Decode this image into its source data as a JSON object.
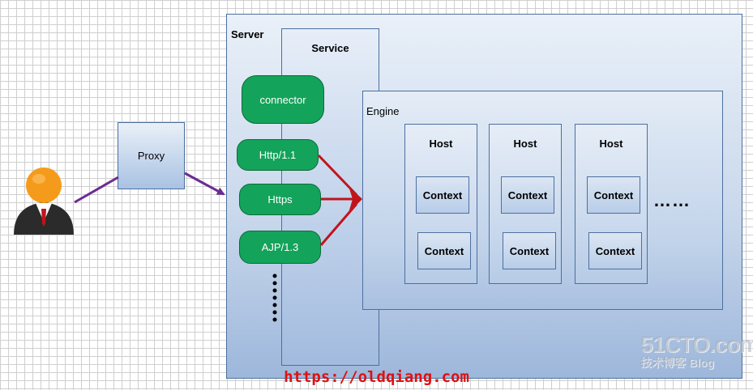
{
  "server": {
    "label": "Server"
  },
  "service": {
    "label": "Service"
  },
  "connector": {
    "label": "connector"
  },
  "protocols": [
    "Http/1.1",
    "Https",
    "AJP/1.3"
  ],
  "proxy": {
    "label": "Proxy"
  },
  "engine": {
    "label": "Engine",
    "hosts": [
      {
        "label": "Host",
        "contexts": [
          "Context",
          "Context"
        ]
      },
      {
        "label": "Host",
        "contexts": [
          "Context",
          "Context"
        ]
      },
      {
        "label": "Host",
        "contexts": [
          "Context",
          "Context"
        ]
      }
    ],
    "more": "……"
  },
  "url_banner": "https://oldqiang.com",
  "watermark": {
    "main": "51CTO.com",
    "sub": "技术博客 Blog"
  },
  "colors": {
    "pill": "#14a35a",
    "arrow_red": "#c0141c",
    "arrow_purple": "#6a2c91",
    "url": "#e01010"
  },
  "icons": {
    "user": "user-avatar-icon"
  }
}
